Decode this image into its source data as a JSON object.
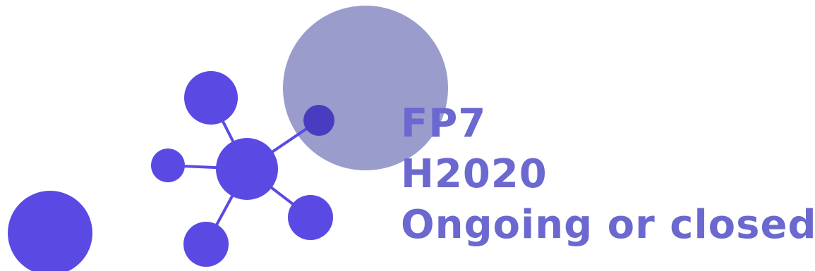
{
  "lines": [
    "FP7",
    "H2020",
    "Ongoing or closed"
  ],
  "colors": {
    "text": "#6b68cf",
    "node": "#5a4ae3",
    "node_dark": "#4a3cc0",
    "edge": "#5a4ae3",
    "big_circle": "#9a9ccc"
  }
}
